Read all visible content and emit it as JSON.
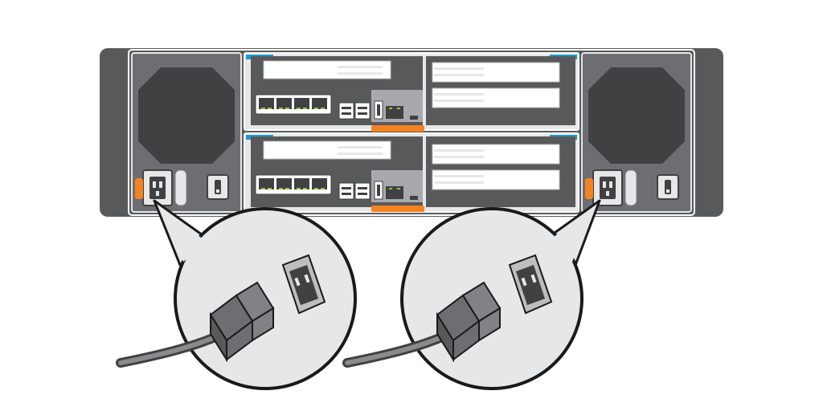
{
  "figure": {
    "chassis": {
      "psu_count": 2,
      "controller_count": 2
    },
    "callouts": [
      {
        "target": "left-power-inlet",
        "content": "power-cord-and-socket"
      },
      {
        "target": "right-power-inlet",
        "content": "power-cord-and-socket"
      }
    ],
    "colors": {
      "chassis_dark": "#58595b",
      "chassis_mid": "#6d6e71",
      "psu_fan": "#414042",
      "module_panel": "#e6e7e8",
      "accent_blue": "#1b9ad6",
      "accent_orange": "#f58220",
      "port_green": "#8dc63f",
      "callout_fill": "#e6e7e8",
      "cord": "#6d6e71"
    }
  }
}
